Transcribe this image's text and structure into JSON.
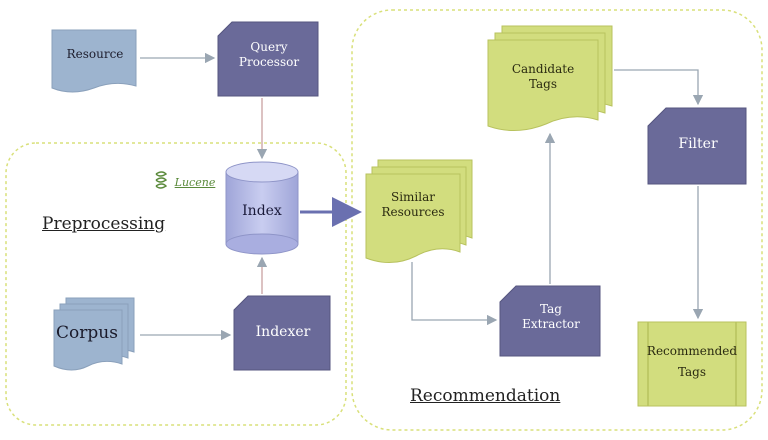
{
  "nodes": {
    "resource": "Resource",
    "query_processor_line1": "Query",
    "query_processor_line2": "Processor",
    "index": "Index",
    "corpus": "Corpus",
    "indexer": "Indexer",
    "similar_resources_line1": "Similar",
    "similar_resources_line2": "Resources",
    "candidate_tags_line1": "Candidate",
    "candidate_tags_line2": "Tags",
    "filter": "Filter",
    "tag_extractor_line1": "Tag",
    "tag_extractor_line2": "Extractor",
    "recommended_tags_line1": "Recommended",
    "recommended_tags_line2": "Tags"
  },
  "sections": {
    "preprocessing": "Preprocessing",
    "recommendation": "Recommendation"
  },
  "logo": "Lucene",
  "colors": {
    "blue_shape": "#9db4cf",
    "dark_shape": "#6a6a99",
    "green_shape": "#d2dd7e",
    "cylinder": "#b8bde6",
    "region_border": "#d9e07a",
    "arrow": "#9aa6b2",
    "thick_arrow": "#6a70b0"
  }
}
